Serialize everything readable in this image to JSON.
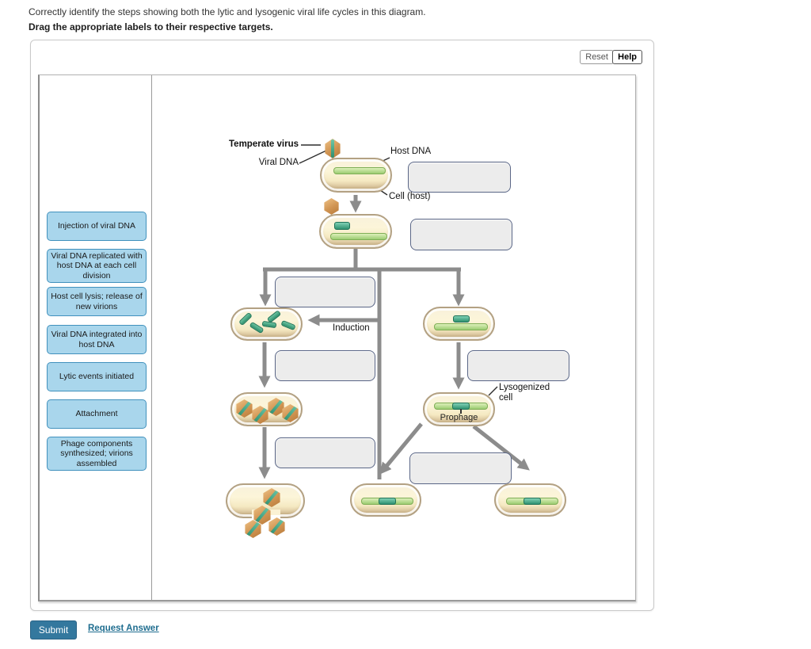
{
  "instructions": {
    "line1": "Correctly identify the steps showing both the lytic and lysogenic viral life cycles in this diagram.",
    "line2": "Drag the appropriate labels to their respective targets."
  },
  "toolbar": {
    "reset_label": "Reset",
    "help_label": "Help"
  },
  "drag_labels": [
    {
      "label": "Injection of viral DNA"
    },
    {
      "label": "Viral DNA replicated with host DNA at each cell division"
    },
    {
      "label": "Host cell lysis; release of new virions"
    },
    {
      "label": "Viral DNA integrated into host DNA"
    },
    {
      "label": "Lytic events initiated"
    },
    {
      "label": "Attachment"
    },
    {
      "label": "Phage components synthesized; virions assembled"
    }
  ],
  "diagram": {
    "annotations": {
      "temperate_virus": "Temperate virus",
      "viral_dna": "Viral DNA",
      "host_dna": "Host DNA",
      "cell_host": "Cell (host)",
      "induction": "Induction",
      "prophage": "Prophage",
      "lysogenized_cell": "Lysogenized cell"
    },
    "drop_target_count": 7
  },
  "footer": {
    "submit_label": "Submit",
    "request_answer_label": "Request Answer"
  },
  "colors": {
    "drag_label_bg": "#a9d6ec",
    "drag_label_border": "#4191bd",
    "drop_target_bg": "#ececec",
    "drop_target_border": "#5a6686",
    "arrow_gray": "#8c8c8c",
    "cell_border_tan": "#b3a183",
    "host_dna_green": "#9ccc72",
    "viral_dna_teal": "#2f9271",
    "capsid_orange": "#d09452",
    "submit_bg": "#34789e",
    "link_teal": "#206e90"
  }
}
